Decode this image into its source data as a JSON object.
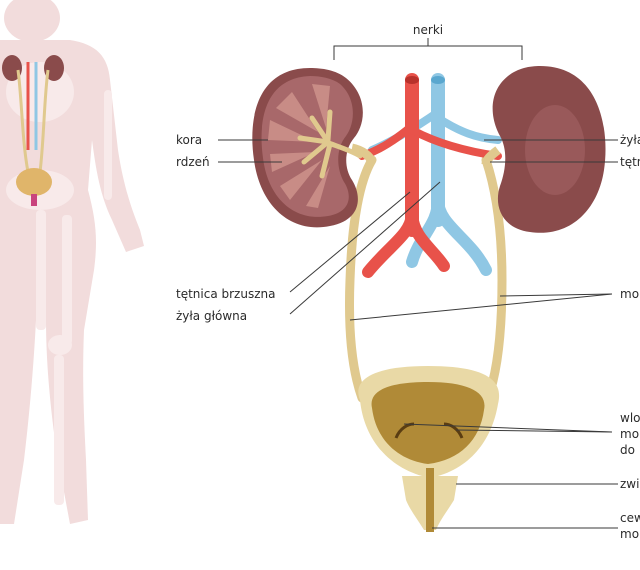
{
  "diagram": {
    "header_label": "nerki",
    "labels": {
      "cortex": "kora",
      "medulla": "rdzeń",
      "aorta": "tętnica brzuszna",
      "vena_cava": "żyła główna",
      "renal_vein": "żyła",
      "renal_artery": "tętn",
      "ureter": "mo",
      "ureter_openings_1": "wlo",
      "ureter_openings_2": "mo",
      "ureter_openings_3": "do",
      "sphincter": "zwi",
      "urethra_1": "cew",
      "urethra_2": "mo"
    },
    "colors": {
      "silhouette": "#f2dcdc",
      "kidney_outer": "#8a4b4b",
      "kidney_cortex": "#a8686a",
      "kidney_medulla": "#c88c86",
      "ureter": "#e0c98e",
      "artery": "#e8524a",
      "vein": "#8fc7e4",
      "bladder": "#e9d9a6",
      "bladder_inner": "#b08a37"
    }
  }
}
